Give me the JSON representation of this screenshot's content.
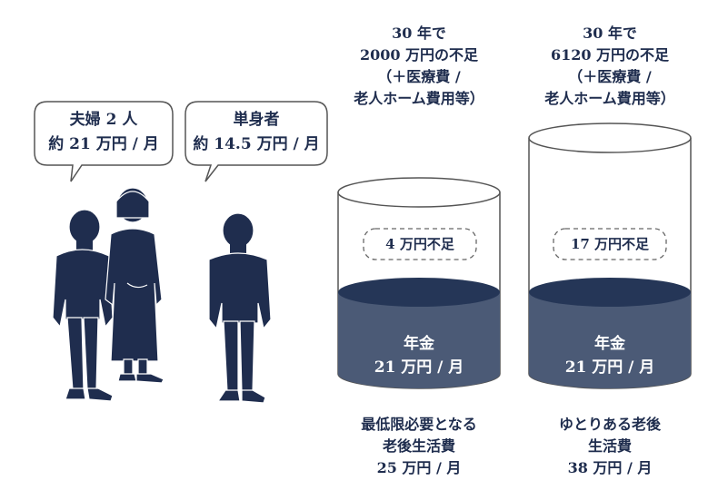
{
  "colors": {
    "navy": "#1f2d4e",
    "slate": "#4b5a76",
    "cup_top": "#253657",
    "outline": "#555555",
    "white": "#ffffff"
  },
  "bubbles": {
    "couple": {
      "text": "夫婦 2 人\n約 21 万円 / 月"
    },
    "single": {
      "text": "単身者\n約 14.5 万円 / 月"
    }
  },
  "cylinders": [
    {
      "shortage_title": "30 年で\n2000 万円の不足\n（＋医療費 /\n老人ホーム費用等）",
      "deficit_label": "4 万円不足",
      "pension_label": "年金\n21 万円 / 月",
      "total_label": "最低限必要となる\n老後生活費\n25 万円 / 月",
      "pension_per_month": 21,
      "deficit_per_month": 4,
      "total_per_month": 25
    },
    {
      "shortage_title": "30 年で\n6120 万円の不足\n（＋医療費 /\n老人ホーム費用等）",
      "deficit_label": "17 万円不足",
      "pension_label": "年金\n21 万円 / 月",
      "total_label": "ゆとりある老後\n生活費\n38 万円 / 月",
      "pension_per_month": 21,
      "deficit_per_month": 17,
      "total_per_month": 38
    }
  ]
}
